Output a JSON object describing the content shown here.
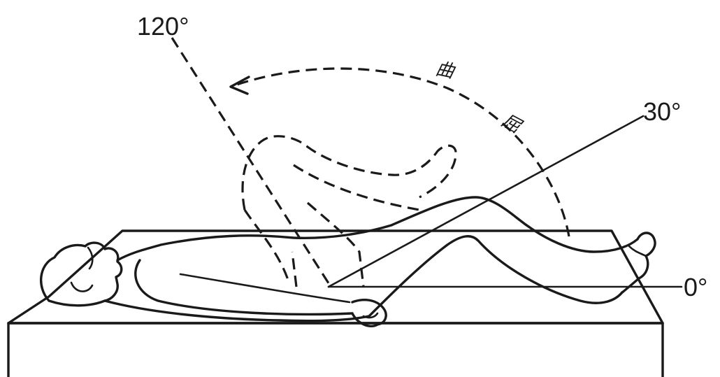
{
  "angles": {
    "max_label": "120°",
    "mid_label": "30°",
    "zero_label": "0°"
  },
  "arc_text": {
    "char1": "曲",
    "char2": "屈"
  }
}
